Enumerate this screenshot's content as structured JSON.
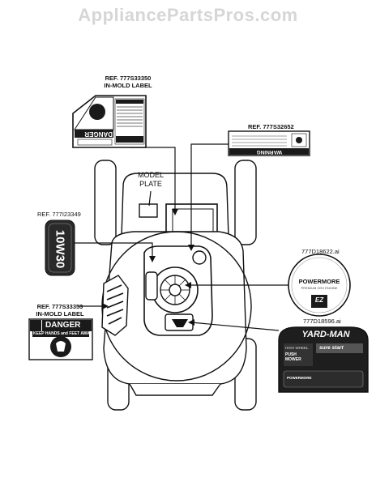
{
  "watermark": "AppliancePartsPros.com",
  "labels": {
    "ref_top_left": "REF. 777S33350",
    "ref_top_left_sub": "IN-MOLD LABEL",
    "ref_top_right": "REF. 777S32652",
    "model_plate_line1": "MODEL",
    "model_plate_line2": "PLATE",
    "ref_oil": "REF. 777I23349",
    "oil_label": "10W30",
    "ref_bottom_left": "REF. 777S33353",
    "ref_bottom_left_sub": "IN-MOLD LABEL",
    "part_powermore": "777D18622.ai",
    "part_yardman": "777D18596.ai"
  },
  "decals": {
    "danger_top": "DANGER",
    "danger_bottom": "DANGER",
    "danger_bottom_sub": "KEEP HANDS and FEET AWAY",
    "warning": "WARNING",
    "powermore": "POWERMORE",
    "powermore_sub": "PREMIUM OHV ENGINE",
    "ez": "EZ",
    "yardman": "YARD-MAN",
    "high_wheel": "HIGH WHEEL",
    "push_mower": "PUSH MOWER",
    "sure_start": "sure start",
    "powermore_small": "POWERMORE"
  },
  "colors": {
    "line": "#111111",
    "decal_dark": "#1a1a1a",
    "gray": "#9a9a9a",
    "light_gray": "#d8d8d8",
    "watermark": "#d6d6d6"
  }
}
